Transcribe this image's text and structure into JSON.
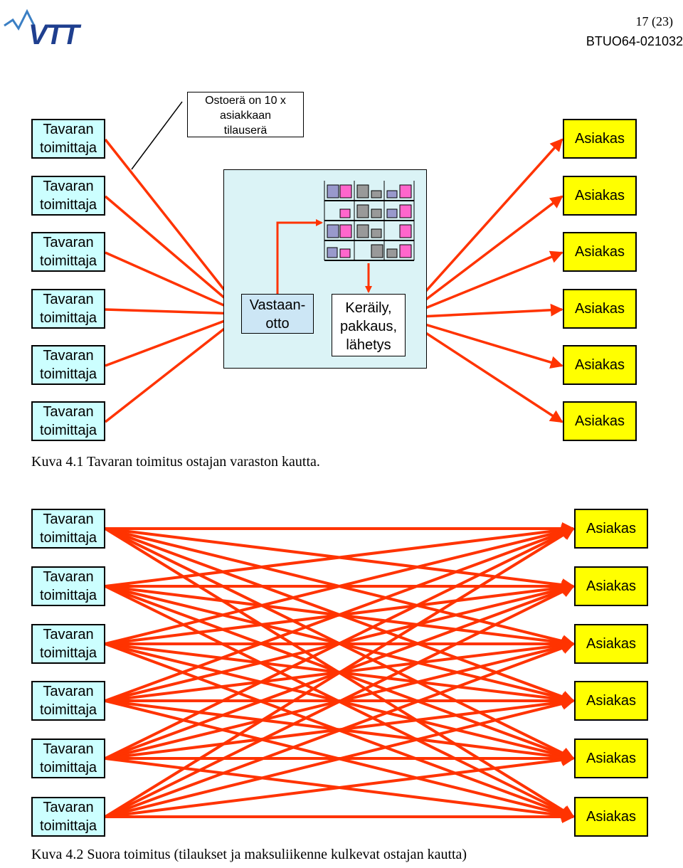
{
  "header": {
    "page": "17 (23)",
    "code": "BTUO64-021032",
    "logo_text": "VTT"
  },
  "figure1": {
    "note": [
      "Ostoerä on 10 x",
      "asiakkaan",
      "tilauserä"
    ],
    "suppliers": [
      [
        "Tavaran",
        "toimittaja"
      ],
      [
        "Tavaran",
        "toimittaja"
      ],
      [
        "Tavaran",
        "toimittaja"
      ],
      [
        "Tavaran",
        "toimittaja"
      ],
      [
        "Tavaran",
        "toimittaja"
      ],
      [
        "Tavaran",
        "toimittaja"
      ]
    ],
    "customers": [
      "Asiakas",
      "Asiakas",
      "Asiakas",
      "Asiakas",
      "Asiakas",
      "Asiakas"
    ],
    "receiving": [
      "Vastaan-",
      "otto"
    ],
    "picking": [
      "Keräily,",
      "pakkaus,",
      "lähetys"
    ],
    "caption": "Kuva 4.1 Tavaran toimitus ostajan varaston kautta."
  },
  "figure2": {
    "suppliers": [
      [
        "Tavaran",
        "toimittaja"
      ],
      [
        "Tavaran",
        "toimittaja"
      ],
      [
        "Tavaran",
        "toimittaja"
      ],
      [
        "Tavaran",
        "toimittaja"
      ],
      [
        "Tavaran",
        "toimittaja"
      ],
      [
        "Tavaran",
        "toimittaja"
      ]
    ],
    "customers": [
      "Asiakas",
      "Asiakas",
      "Asiakas",
      "Asiakas",
      "Asiakas",
      "Asiakas"
    ],
    "caption": "Kuva 4.2 Suora toimitus (tilaukset ja maksuliikenne kulkevat ostajan kautta)"
  },
  "colors": {
    "arrow": "#ff3300",
    "supplier_fill": "#ccffff",
    "customer_fill": "#ffff00",
    "warehouse_fill": "#dbf3f6",
    "logo": "#1f3f8f"
  }
}
